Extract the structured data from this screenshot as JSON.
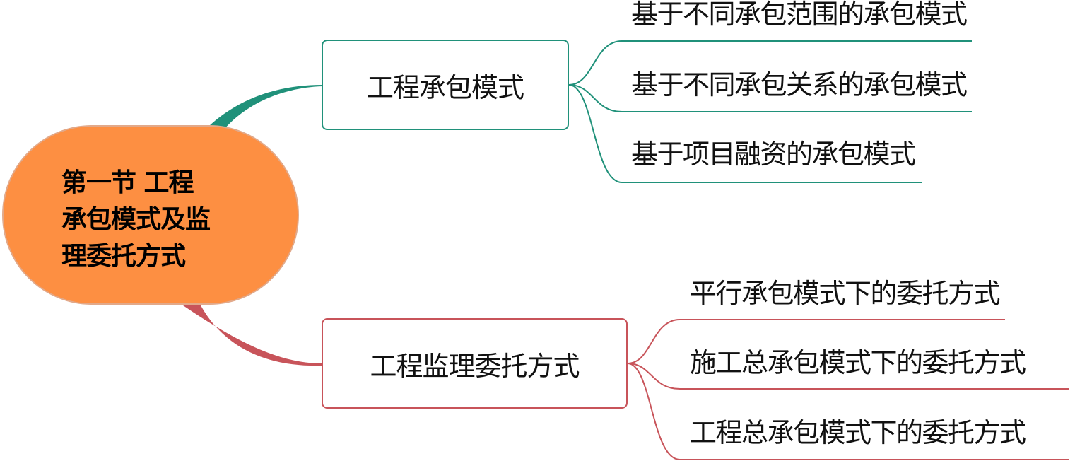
{
  "root": {
    "title": "第一节  工程\n承包模式及监\n理委托方式"
  },
  "branches": [
    {
      "label": "工程承包模式",
      "leaves": [
        "基于不同承包范围的承包模式",
        "基于不同承包关系的承包模式",
        "基于项目融资的承包模式"
      ]
    },
    {
      "label": "工程监理委托方式",
      "leaves": [
        "平行承包模式下的委托方式",
        "施工总承包模式下的委托方式",
        "工程总承包模式下的委托方式"
      ]
    }
  ],
  "colors": {
    "root_fill": "#fd8f42",
    "root_border": "#e2a98a",
    "branch_1": "#20917a",
    "branch_2": "#c8545a"
  }
}
